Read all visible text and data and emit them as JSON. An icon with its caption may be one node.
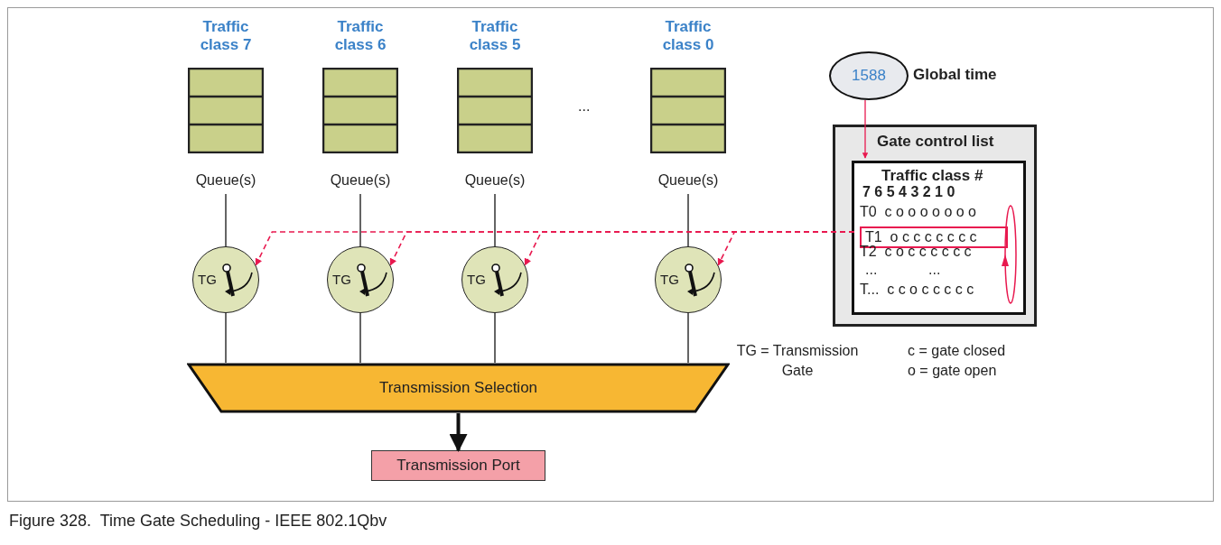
{
  "diagram": {
    "caption": "Figure 328.  Time Gate Scheduling - IEEE 802.1Qbv",
    "nodes": [
      {
        "text": [
          "Traffic class 7"
        ],
        "beside": [
          "Queue(s)"
        ]
      },
      {
        "text": [
          "Traffic class 6"
        ],
        "beside": [
          "Queue(s)"
        ]
      },
      {
        "text": [
          "Traffic class 5"
        ],
        "beside": [
          "Queue(s)"
        ]
      },
      {
        "text": [
          "Traffic class 0"
        ],
        "beside": [
          "Queue(s)"
        ]
      },
      {
        "text": [
          "TG"
        ]
      },
      {
        "text": [
          "TG"
        ]
      },
      {
        "text": [
          "TG"
        ]
      },
      {
        "text": [
          "TG"
        ]
      },
      {
        "text": [
          "Transmission Selection"
        ]
      },
      {
        "text": [
          "Transmission Port"
        ]
      },
      {
        "text": [
          "1588"
        ],
        "beside": [
          "Global time"
        ]
      },
      {
        "text": [
          "Gate control list"
        ]
      },
      {
        "text": [
          "Traffic class #"
        ],
        "in": 11
      },
      {
        "text": [
          "T1  o c c c c c c c"
        ],
        "in": 12
      }
    ],
    "edges": [
      {
        "from": 0,
        "to": 4,
        "arrow": "none"
      },
      {
        "from": 1,
        "to": 5,
        "arrow": "none"
      },
      {
        "from": 2,
        "to": 6,
        "arrow": "none"
      },
      {
        "from": 3,
        "to": 7,
        "arrow": "none"
      },
      {
        "from": 4,
        "to": 8,
        "arrow": "none"
      },
      {
        "from": 5,
        "to": 8,
        "arrow": "none"
      },
      {
        "from": 6,
        "to": 8,
        "arrow": "none"
      },
      {
        "from": 7,
        "to": 8,
        "arrow": "none"
      },
      {
        "from": 8,
        "to": 9,
        "arrow": "to",
        "style": "thick"
      },
      {
        "from": 10,
        "to": 12,
        "arrow": "to",
        "color": "#e8194f"
      },
      {
        "from": 13,
        "to": 4,
        "arrow": "to",
        "style": "dashed",
        "color": "#e8194f"
      },
      {
        "from": 13,
        "to": 5,
        "arrow": "to",
        "style": "dashed",
        "color": "#e8194f"
      },
      {
        "from": 13,
        "to": 6,
        "arrow": "to",
        "style": "dashed",
        "color": "#e8194f"
      },
      {
        "from": 13,
        "to": 7,
        "arrow": "to",
        "style": "dashed",
        "color": "#e8194f"
      }
    ],
    "labels": [
      "...",
      "7 6 5 4 3 2 1 0",
      "T0  c o o o o o o o",
      "T2  c o c c c c c c",
      "...",
      "...",
      "T...  c c o c c c c c",
      "TG = Transmission Gate",
      "c = gate closed",
      "o = gate open"
    ]
  }
}
